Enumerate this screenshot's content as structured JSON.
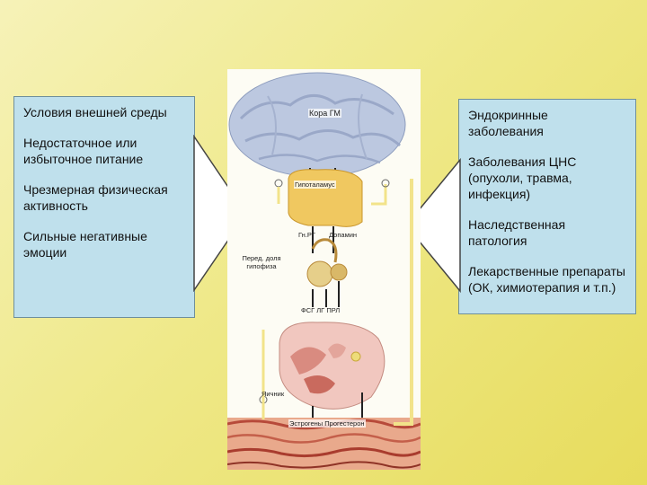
{
  "left_box": {
    "items": [
      "Условия внешней среды",
      "Недостаточное или избыточное питание",
      "Чрезмерная физическая активность",
      "Сильные негативные эмоции"
    ]
  },
  "right_box": {
    "items": [
      "Эндокринные заболевания",
      "Заболевания ЦНС (опухоли, травма, инфекция)",
      "Наследственная патология",
      "Лекарственные препараты (ОК, химиотерапия и т.п.)"
    ]
  },
  "diagram": {
    "cortex": "Кора ГМ",
    "hypothalamus": "Гипоталамус",
    "grh": "Гн.РГ",
    "dopamine": "Допамин",
    "pituitary": "Перед. доля гипофиза",
    "hormones": "ФСГ ЛГ ПРЛ",
    "ovary": "Яичник",
    "steroids": "Эстрогены Прогестерон"
  },
  "colors": {
    "box_fill": "#bfe0ec",
    "arrow_fill": "#ffffff",
    "background": "#efe98a"
  }
}
